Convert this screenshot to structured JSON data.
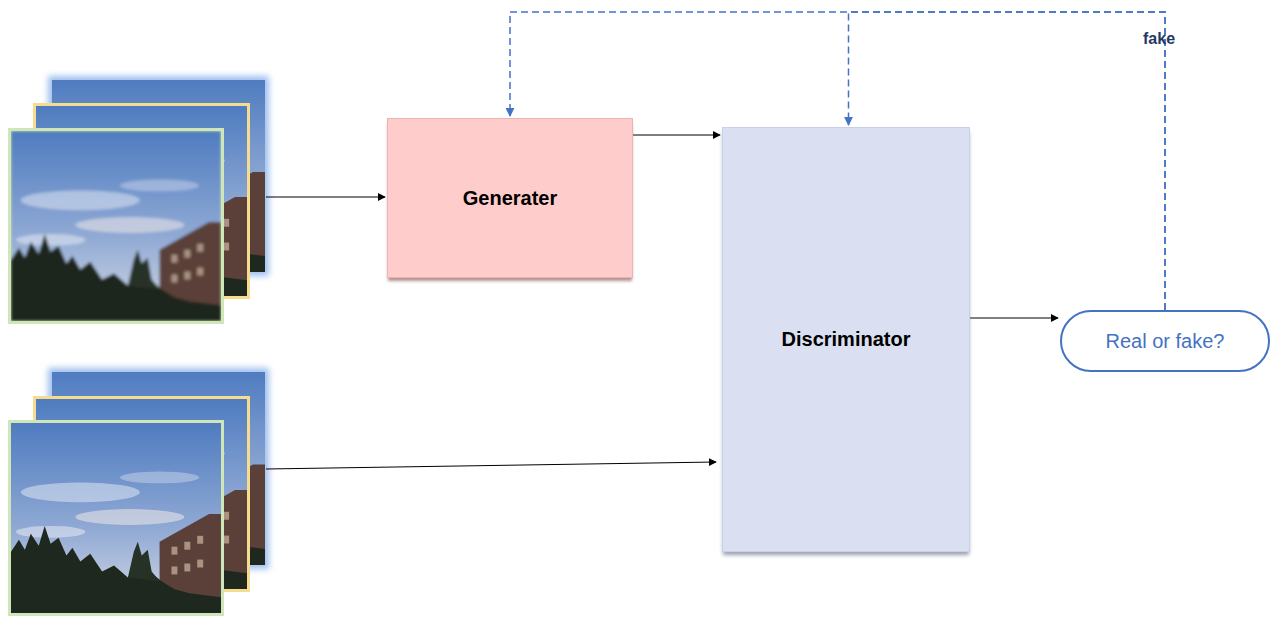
{
  "diagram": {
    "nodes": [
      {
        "text": [
          "Generater"
        ]
      },
      {
        "text": [
          "Discriminator"
        ]
      },
      {
        "text": [
          "Real or fake?"
        ]
      }
    ],
    "edges": [
      {
        "from": 0,
        "to": 1,
        "arrow": "to"
      },
      {
        "from": 1,
        "to": 2,
        "arrow": "to"
      },
      {
        "from": 2,
        "to": 0,
        "arrow": "to"
      },
      {
        "from": 2,
        "to": 1,
        "arrow": "to"
      }
    ],
    "labels": [
      "fake"
    ]
  }
}
